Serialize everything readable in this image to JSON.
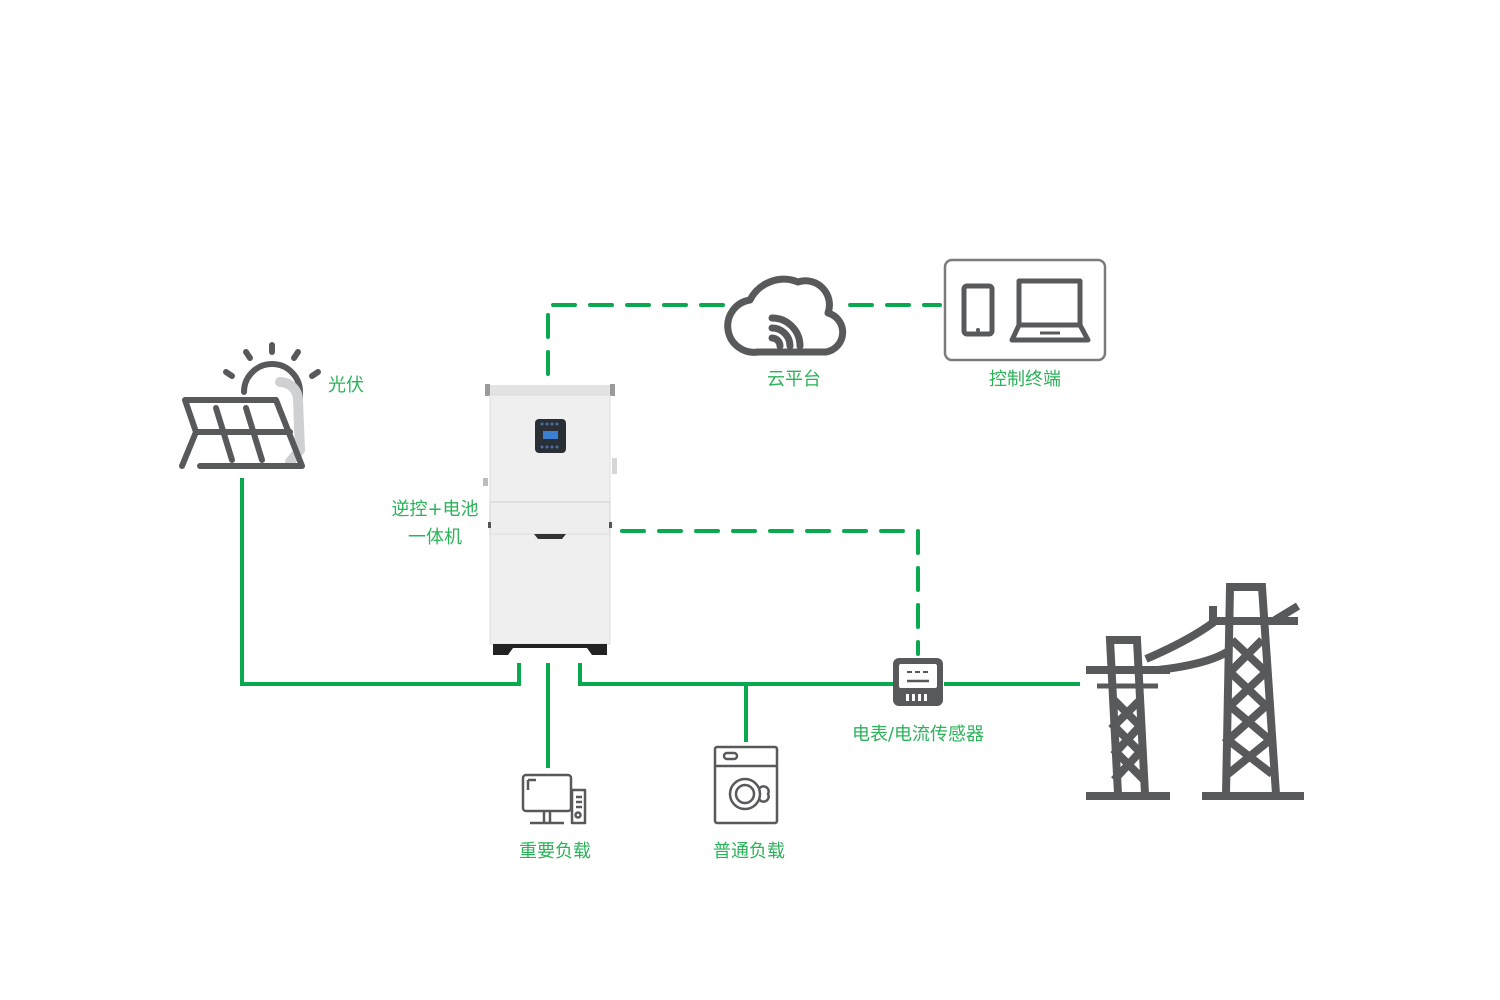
{
  "diagram": {
    "title": "",
    "colors": {
      "line": "#0aa84f",
      "label": "#2bb35a",
      "icon": "#58595b",
      "icon_light": "#cfd0d2",
      "device_body": "#ececec",
      "device_dark": "#222222",
      "screen": "#3a7fd0",
      "background": "#ffffff"
    },
    "nodes": {
      "pv": {
        "label": "光伏",
        "icon": "solar-panel-icon"
      },
      "inverter": {
        "label_line1": "逆控+电池",
        "label_line2": "一体机",
        "icon": "inverter-battery-unit"
      },
      "cloud": {
        "label": "云平台",
        "icon": "cloud-wifi-icon"
      },
      "terminal": {
        "label": "控制终端",
        "icon": "phone-laptop-icon"
      },
      "meter": {
        "label": "电表/电流传感器",
        "icon": "electric-meter-icon"
      },
      "critical_load": {
        "label": "重要负载",
        "icon": "desktop-computer-icon"
      },
      "normal_load": {
        "label": "普通负载",
        "icon": "washing-machine-icon"
      },
      "grid": {
        "label": "",
        "icon": "power-tower-icon"
      }
    },
    "edges": [
      {
        "from": "pv",
        "to": "inverter",
        "style": "solid",
        "meaning": "power"
      },
      {
        "from": "inverter",
        "to": "critical_load",
        "style": "solid",
        "meaning": "power"
      },
      {
        "from": "inverter",
        "to": "normal_load",
        "style": "solid",
        "meaning": "power"
      },
      {
        "from": "inverter",
        "to": "meter",
        "style": "solid",
        "meaning": "power"
      },
      {
        "from": "meter",
        "to": "grid",
        "style": "solid",
        "meaning": "power"
      },
      {
        "from": "inverter",
        "to": "cloud",
        "style": "dashed",
        "meaning": "communication"
      },
      {
        "from": "cloud",
        "to": "terminal",
        "style": "dashed",
        "meaning": "communication"
      },
      {
        "from": "inverter",
        "to": "meter",
        "style": "dashed",
        "meaning": "communication"
      }
    ]
  }
}
